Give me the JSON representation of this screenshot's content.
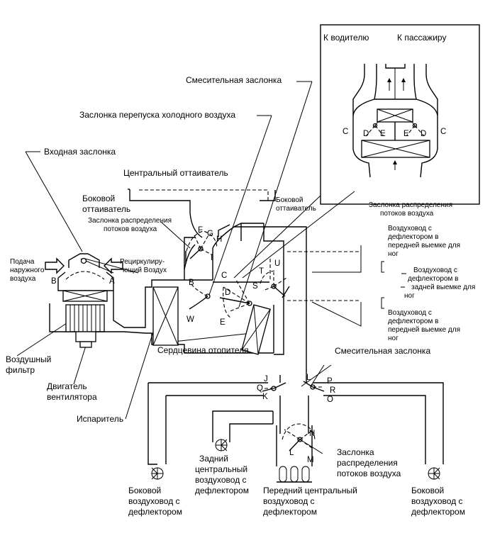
{
  "labels": {
    "driver": "К водителю",
    "passenger": "К пассажиру",
    "blend_door_top": "Смесительная заслонка",
    "cold_bypass": "Заслонка перепуска холодного воздуха",
    "intake_door": "Входная заслонка",
    "central_defroster": "Центральный оттаиватель",
    "side_defroster_left_1": "Боковой",
    "side_defroster_left_2": "оттаиватель",
    "side_defroster_right_1": "Боковой",
    "side_defroster_right_2": "оттаиватель",
    "air_dist_left_1": "Заслонка распределения",
    "air_dist_left_2": "потоков воздуха",
    "air_dist_right_1": "Заслонка распределения",
    "air_dist_right_2": "потоков воздуха",
    "fresh_1": "Подача",
    "fresh_2": "наружного",
    "fresh_3": "воздуха",
    "recirc_1": "Рециркулиру-",
    "recirc_2": "ющий Воздух",
    "front_notch_1a": "Воздуховод с",
    "front_notch_1b": "дефлектором в",
    "front_notch_1c": "передней выемке для",
    "front_notch_1d": "ног",
    "rear_notch_a": "Воздуховод с",
    "rear_notch_b": "дефлектором в",
    "rear_notch_c": "задней выемке для",
    "rear_notch_d": "ног",
    "front_notch_2a": "Воздуховод с",
    "front_notch_2b": "дефлектором в",
    "front_notch_2c": "передней выемке для",
    "front_notch_2d": "ног",
    "air_filter_1": "Воздушный",
    "air_filter_2": "фильтр",
    "heater_core": "Сердцевина отопителя",
    "blower_1": "Двигатель",
    "blower_2": "вентилятора",
    "blend_door_bottom": "Смесительная заслонка",
    "evaporator": "Испаритель",
    "rear_center_1": "Задний",
    "rear_center_2": "центральный",
    "rear_center_3": "воздуховод с",
    "rear_center_4": "дефлектором",
    "air_dist_bottom_1": "Заслонка",
    "air_dist_bottom_2": "распределения",
    "air_dist_bottom_3": "потоков воздуха",
    "side_vent_left_1": "Боковой",
    "side_vent_left_2": "воздуховод с",
    "side_vent_left_3": "дефлектором",
    "front_center_1": "Передний центральный",
    "front_center_2": "воздуховод с",
    "front_center_3": "дефлектором",
    "side_vent_right_1": "Боковой",
    "side_vent_right_2": "воздуховод с",
    "side_vent_right_3": "дефлектором"
  },
  "letters": {
    "inset_C_left": "C",
    "inset_D_left": "D",
    "inset_E_left": "E",
    "inset_E_right": "E",
    "inset_D_right": "D",
    "inset_C_right": "C",
    "A": "A",
    "B_intake": "B",
    "F": "F",
    "G": "G",
    "H": "H",
    "I": "I",
    "B_bypass": "B",
    "W": "W",
    "C_main": "C",
    "D_main": "D",
    "E_main": "E",
    "T": "T",
    "U": "U",
    "S": "S",
    "J": "J",
    "Q": "Q",
    "K": "K",
    "L_top": "L",
    "P": "P",
    "R": "R",
    "O": "O",
    "N": "N",
    "L_bottom": "L",
    "M": "M"
  }
}
